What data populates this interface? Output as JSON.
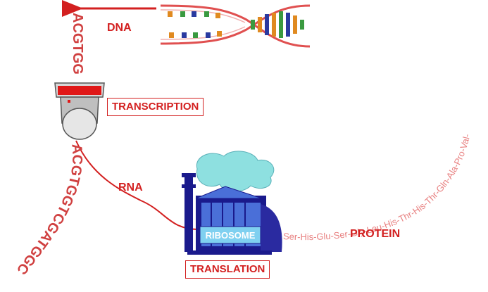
{
  "labels": {
    "dna": "DNA",
    "rna": "RNA",
    "protein": "PROTEIN",
    "ribosome": "RIBOSOME",
    "transcription": "TRANSCRIPTION",
    "translation": "TRANSLATION"
  },
  "sequences": {
    "dna_top": "ACGTGG",
    "rna_strand": "ACGTGGTCGATGGC",
    "protein_chain": "Ser-His-Glu-Ser-Gly-Leu-His-Thr-His-Thr-Gln-Ala-Pro-Val-"
  },
  "colors": {
    "red": "#d32020",
    "factory_blue": "#1a1a8c",
    "factory_light": "#4a6fd8",
    "cloud": "#8ee0e0",
    "ribosome_box": "#7fd0f0",
    "protein_text": "#e88080",
    "rna_text": "#d04040",
    "machine_gray": "#c8c8c8"
  },
  "icons": {
    "dna_helix": "dna-helix-icon",
    "transcription_machine": "polymerase-icon",
    "factory": "ribosome-factory-icon"
  }
}
